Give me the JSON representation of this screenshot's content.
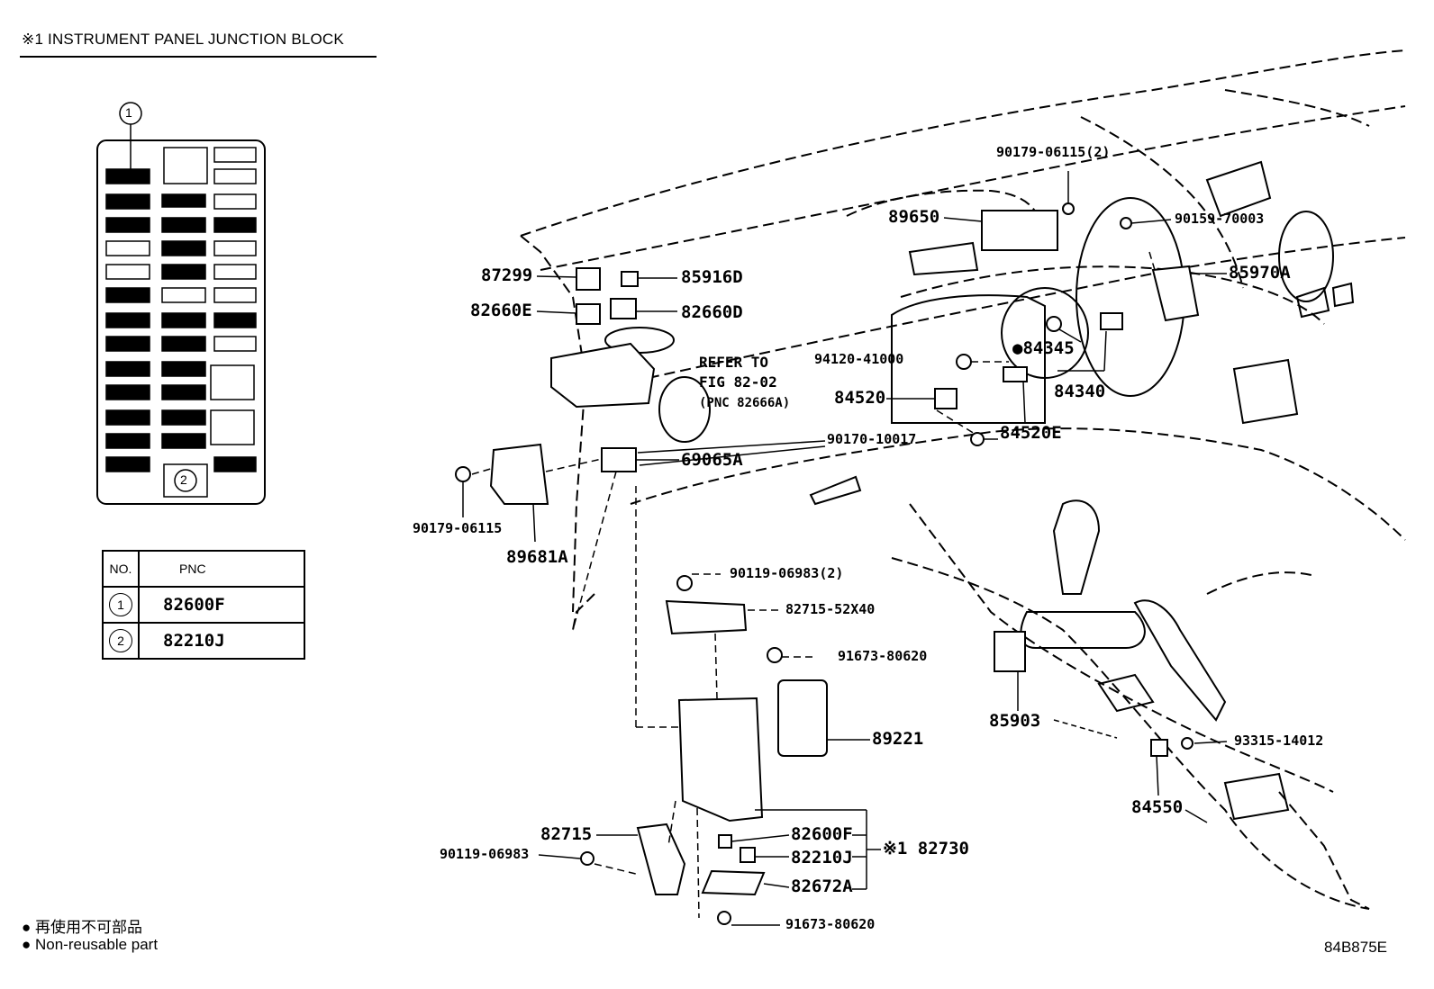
{
  "header": {
    "title": "※1 INSTRUMENT PANEL JUNCTION BLOCK"
  },
  "block_markers": {
    "m1": "1",
    "m2": "2"
  },
  "pnc_table": {
    "headers": [
      "NO.",
      "PNC"
    ],
    "rows": [
      {
        "no": "1",
        "pnc": "82600F"
      },
      {
        "no": "2",
        "pnc": "82210J"
      }
    ]
  },
  "callouts": {
    "c87299": "87299",
    "c85916d": "85916D",
    "c82660e": "82660E",
    "c82660d": "82660D",
    "c69065a": "69065A",
    "c90179_06115": "90179-06115",
    "c89681a": "89681A",
    "c90179_06115_2": "90179-06115(2)",
    "c89650": "89650",
    "c90159_70003": "90159-70003",
    "c85970a": "85970A",
    "c94120_41000": "94120-41000",
    "c84345": "●84345",
    "c84340": "84340",
    "c84520": "84520",
    "c90170_10017": "90170-10017",
    "c84520e": "84520E",
    "c90119_06983_2": "90119-06983(2)",
    "c82715_52x40": "82715-52X40",
    "c91673_80620_a": "91673-80620",
    "c89221": "89221",
    "c85903": "85903",
    "c93315_14012": "93315-14012",
    "c84550": "84550",
    "c82715": "82715",
    "c90119_06983": "90119-06983",
    "c82600f": "82600F",
    "c82210j": "82210J",
    "c82672a": "82672A",
    "c82730": "※1 82730",
    "c91673_80620_b": "91673-80620"
  },
  "refer_note": {
    "line1": "REFER TO",
    "line2": "FIG 82-02",
    "line3": "(PNC 82666A)"
  },
  "legend": {
    "jp": "● 再使用不可部品",
    "en": "● Non-reusable part"
  },
  "figure_code": "84B875E"
}
